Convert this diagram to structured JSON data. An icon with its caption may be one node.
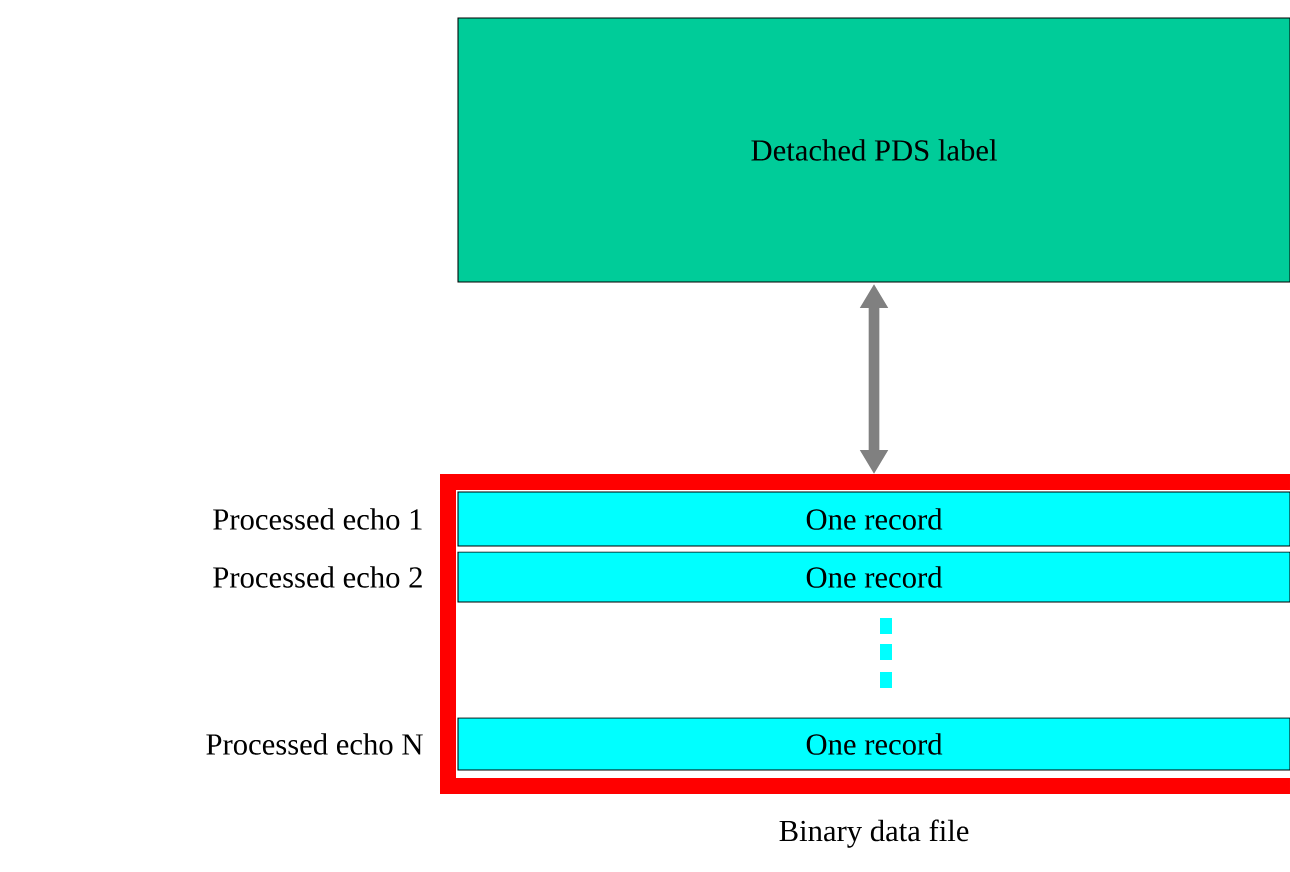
{
  "diagram": {
    "nodes": [
      {
        "text": [
          "Detached PDS label"
        ]
      },
      {
        "text": [
          "Binary data file"
        ]
      },
      {
        "text": [
          "One record"
        ],
        "in": 1,
        "beside": [
          "Processed echo 1"
        ]
      },
      {
        "text": [
          "One record"
        ],
        "in": 1,
        "beside": [
          "Processed echo 2"
        ]
      },
      {
        "text": [
          "One record"
        ],
        "in": 1,
        "beside": [
          "Processed echo N"
        ]
      }
    ],
    "edges": [
      {
        "from": 0,
        "to": 1,
        "arrow": "both",
        "color": "#808080"
      }
    ]
  }
}
